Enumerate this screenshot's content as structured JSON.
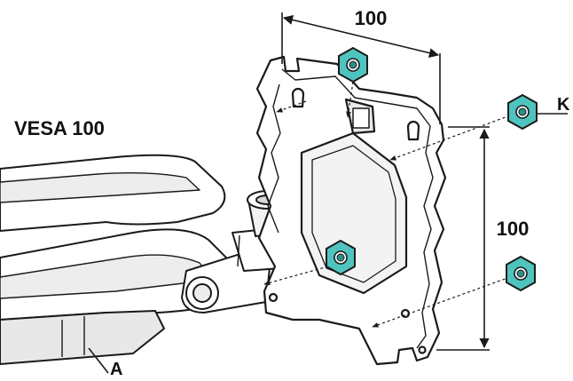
{
  "title": "VESA 100",
  "dimensions": {
    "horizontal": "100",
    "vertical": "100"
  },
  "labels": {
    "arm_part": "A",
    "screw_part": "K"
  },
  "colors": {
    "nut_fill": "#4fc4bf",
    "nut_dark": "#2a8f8b",
    "line": "#1a1a1a",
    "shade": "#e4e4e4",
    "background": "#ffffff"
  },
  "icons": [
    "hex-nut-icon",
    "hex-nut-icon",
    "hex-nut-icon",
    "hex-nut-icon"
  ]
}
